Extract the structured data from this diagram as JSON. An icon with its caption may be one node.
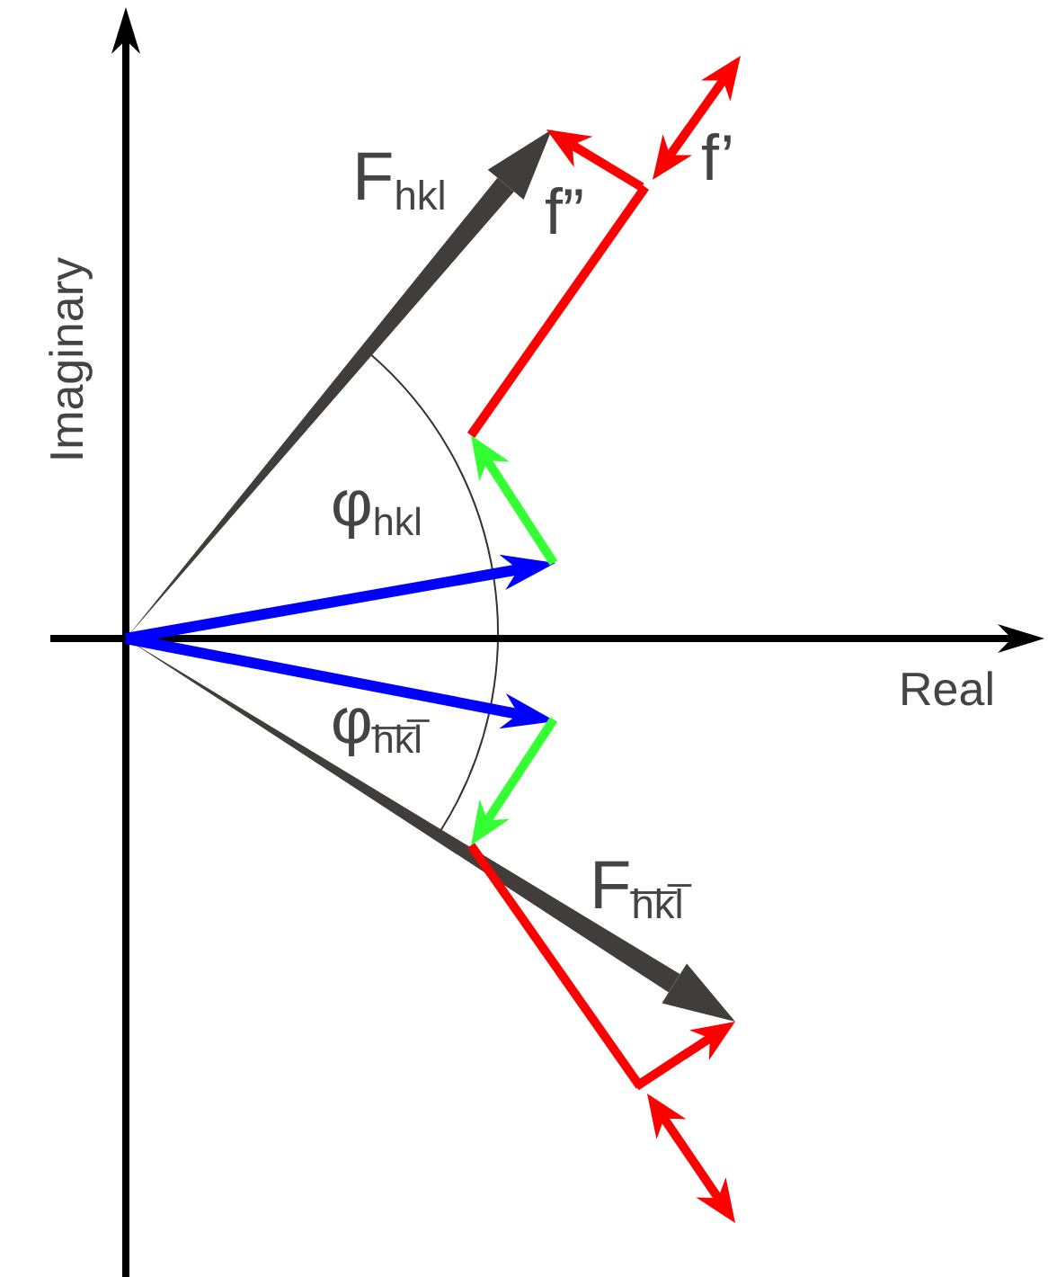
{
  "diagram": {
    "labels": [
      "F$_{hkl}$",
      "f”",
      "f’",
      "Imaginary",
      "φ$_{hkl}$",
      "Real",
      "φ$_{h̅k̅l̅}$",
      "F$_{h̅k̅l̅}$"
    ]
  }
}
